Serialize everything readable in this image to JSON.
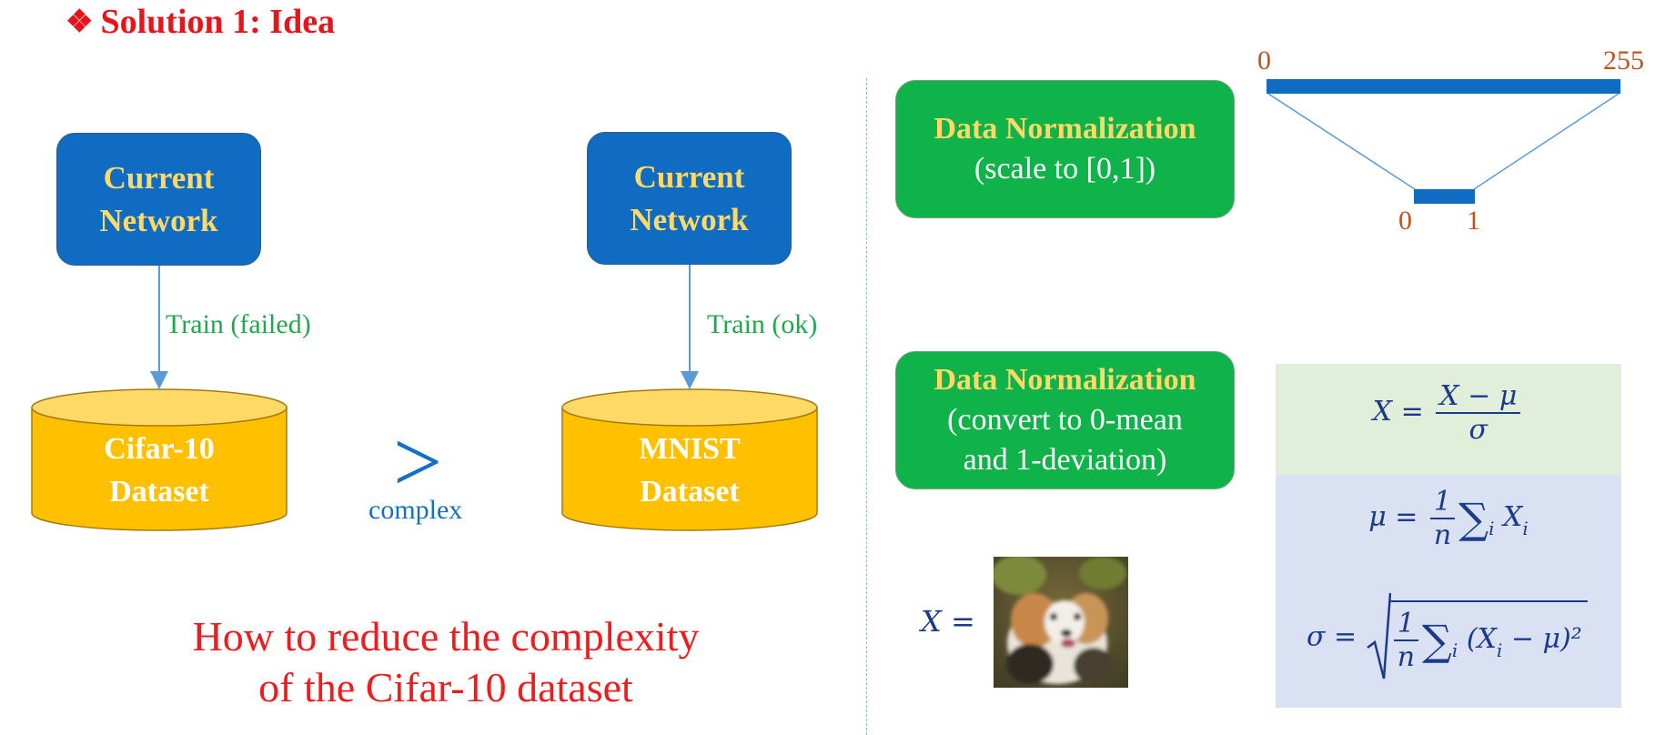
{
  "title": {
    "bullet": "❖",
    "text": "Solution 1: Idea"
  },
  "left": {
    "network_a": {
      "line1": "Current",
      "line2": "Network"
    },
    "network_b": {
      "line1": "Current",
      "line2": "Network"
    },
    "train_a": "Train (failed)",
    "train_b": "Train (ok)",
    "dataset_a": {
      "line1": "Cifar-10",
      "line2": "Dataset"
    },
    "dataset_b": {
      "line1": "MNIST",
      "line2": "Dataset"
    },
    "comparison_symbol": ">",
    "comparison_label": "complex",
    "question": {
      "line1": "How to reduce  the complexity",
      "line2": "of the Cifar-10 dataset"
    }
  },
  "right": {
    "norm1": {
      "title": "Data Normalization",
      "subtitle": "(scale to [0,1])"
    },
    "scale": {
      "top_min": "0",
      "top_max": "255",
      "bottom_min": "0",
      "bottom_max": "1"
    },
    "norm2": {
      "title": "Data Normalization",
      "line2": "(convert to 0-mean",
      "line3": "and 1-deviation)"
    },
    "image_label": "X =",
    "formulas": {
      "standardize": {
        "lhs": "X =",
        "num": "X − μ",
        "den": "σ"
      },
      "mean": {
        "lhs": "μ =",
        "num": "1",
        "den": "n",
        "sum": "∑",
        "sub": "i",
        "term": "X",
        "term_sub": "i"
      },
      "std": {
        "lhs": "σ =",
        "num": "1",
        "den": "n",
        "sum": "∑",
        "sub": "i",
        "term": "(X",
        "term_sub": "i",
        "tail": " − μ)²"
      }
    }
  },
  "colors": {
    "title_red": "#e8141c",
    "network_blue": "#0f6cc2",
    "label_yellow": "#ffd966",
    "edge_green": "#1eaa4a",
    "dataset_gold": "#ffc000",
    "norm_green": "#10b24a",
    "scale_orange": "#c1531a"
  }
}
